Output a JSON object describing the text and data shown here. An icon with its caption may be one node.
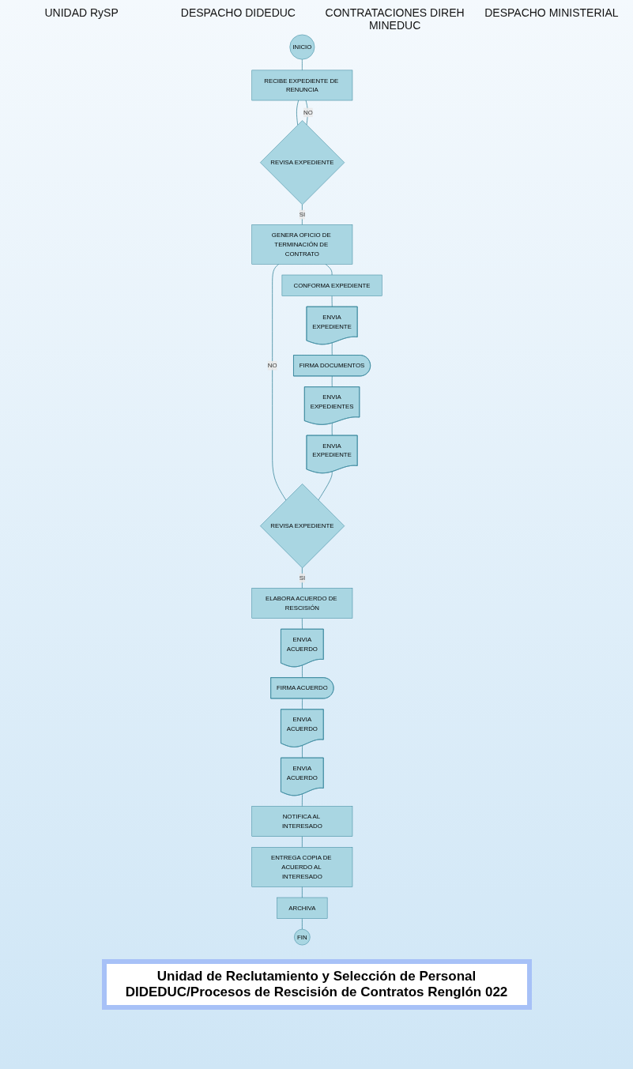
{
  "diagram": {
    "title": "Unidad de Reclutamiento y Selección de Personal DIDEDUC/Procesos de Rescisión de Contratos Renglón 022",
    "nodes": [
      {
        "text": [
          "INICIO"
        ]
      },
      {
        "text": [
          "RECIBE EXPEDIENTE DE RENUNCIA"
        ]
      },
      {
        "text": [
          "REVISA EXPEDIENTE"
        ]
      },
      {
        "text": [
          "GENERA OFICIO DE TERMINACIÓN DE CONTRATO"
        ]
      },
      {
        "text": [
          "CONFORMA EXPEDIENTE"
        ]
      },
      {
        "text": [
          "ENVIA",
          "EXPEDIENTE"
        ]
      },
      {
        "text": [
          "ENVIA",
          "EXPEDIENTE"
        ]
      },
      {
        "text": [
          "NOTIFICA AL INTERESADO"
        ]
      },
      {
        "text": [
          "ENTREGA COPIA DE ACUERDO AL INTERESADO"
        ]
      },
      {
        "text": [
          "ARCHIVA"
        ]
      },
      {
        "text": [
          "FIN"
        ]
      },
      {
        "text": [
          "FIRMA DOCUMENTOS"
        ]
      },
      {
        "text": [
          "ENVIA",
          "EXPEDIENTES"
        ]
      },
      {
        "text": [
          "REVISA EXPEDIENTE"
        ]
      },
      {
        "text": [
          "ELABORA ACUERDO DE RESCISIÓN"
        ]
      },
      {
        "text": [
          "ENVIA",
          "ACUERDO"
        ]
      },
      {
        "text": [
          "ENVIA",
          "ACUERDO"
        ]
      },
      {
        "text": [
          "FIRMA ACUERDO"
        ]
      },
      {
        "text": [
          "ENVIA",
          "ACUERDO"
        ]
      }
    ],
    "edges": [
      {
        "from": 0,
        "to": 1,
        "arrow": "none"
      },
      {
        "from": 1,
        "to": 2,
        "arrow": "none"
      },
      {
        "from": 2,
        "to": 1,
        "label": "NO",
        "arrow": "none"
      },
      {
        "from": 2,
        "to": 3,
        "label": "SI",
        "arrow": "none"
      },
      {
        "from": 3,
        "to": 13,
        "label": "NO",
        "arrow": "none"
      },
      {
        "from": 3,
        "to": 4,
        "arrow": "none"
      },
      {
        "from": 4,
        "to": 5,
        "arrow": "none"
      },
      {
        "from": 5,
        "to": 11,
        "arrow": "none"
      },
      {
        "from": 11,
        "to": 12,
        "arrow": "none"
      },
      {
        "from": 12,
        "to": 6,
        "arrow": "none"
      },
      {
        "from": 6,
        "to": 13,
        "arrow": "none"
      },
      {
        "from": 13,
        "to": 14,
        "label": "SI",
        "arrow": "none"
      },
      {
        "from": 14,
        "to": 15,
        "arrow": "none"
      },
      {
        "from": 15,
        "to": 17,
        "arrow": "none"
      },
      {
        "from": 17,
        "to": 18,
        "arrow": "none"
      },
      {
        "from": 18,
        "to": 16,
        "arrow": "none"
      },
      {
        "from": 16,
        "to": 7,
        "arrow": "none"
      },
      {
        "from": 7,
        "to": 8,
        "arrow": "none"
      },
      {
        "from": 8,
        "to": 9,
        "arrow": "none"
      },
      {
        "from": 9,
        "to": 10,
        "arrow": "none"
      }
    ],
    "labels": [
      "UNIDAD RySP",
      "DESPACHO DIDEDUC",
      "CONTRATACIONES DIREH MINEDUC",
      "DESPACHO MINISTERIAL"
    ]
  }
}
